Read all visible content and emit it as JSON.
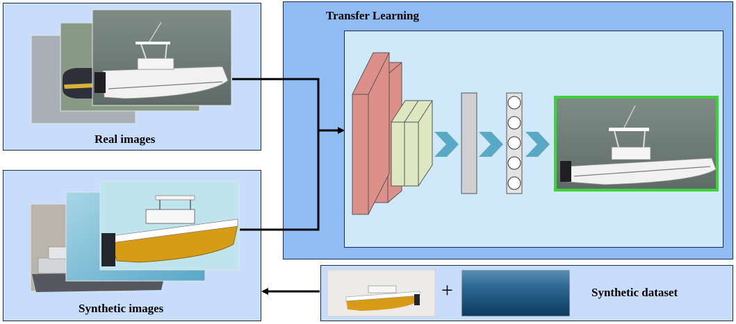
{
  "labels": {
    "real_images": "Real images",
    "synthetic_images": "Synthetic images",
    "transfer_learning": "Transfer Learning",
    "synthetic_dataset": "Synthetic dataset",
    "plus": "+"
  },
  "colors": {
    "panel_light": "#c8dcfb",
    "panel_mid": "#8fbcf3",
    "inner_panel": "#cfe9fb",
    "conv_large": "#dd8f8a",
    "conv_small": "#dde8c2",
    "fc_layer": "#d0d0d0",
    "chevron": "#5aa9c4",
    "detection_border": "#3fd13a",
    "arrow": "#000000"
  },
  "network": {
    "output_nodes": 5
  }
}
